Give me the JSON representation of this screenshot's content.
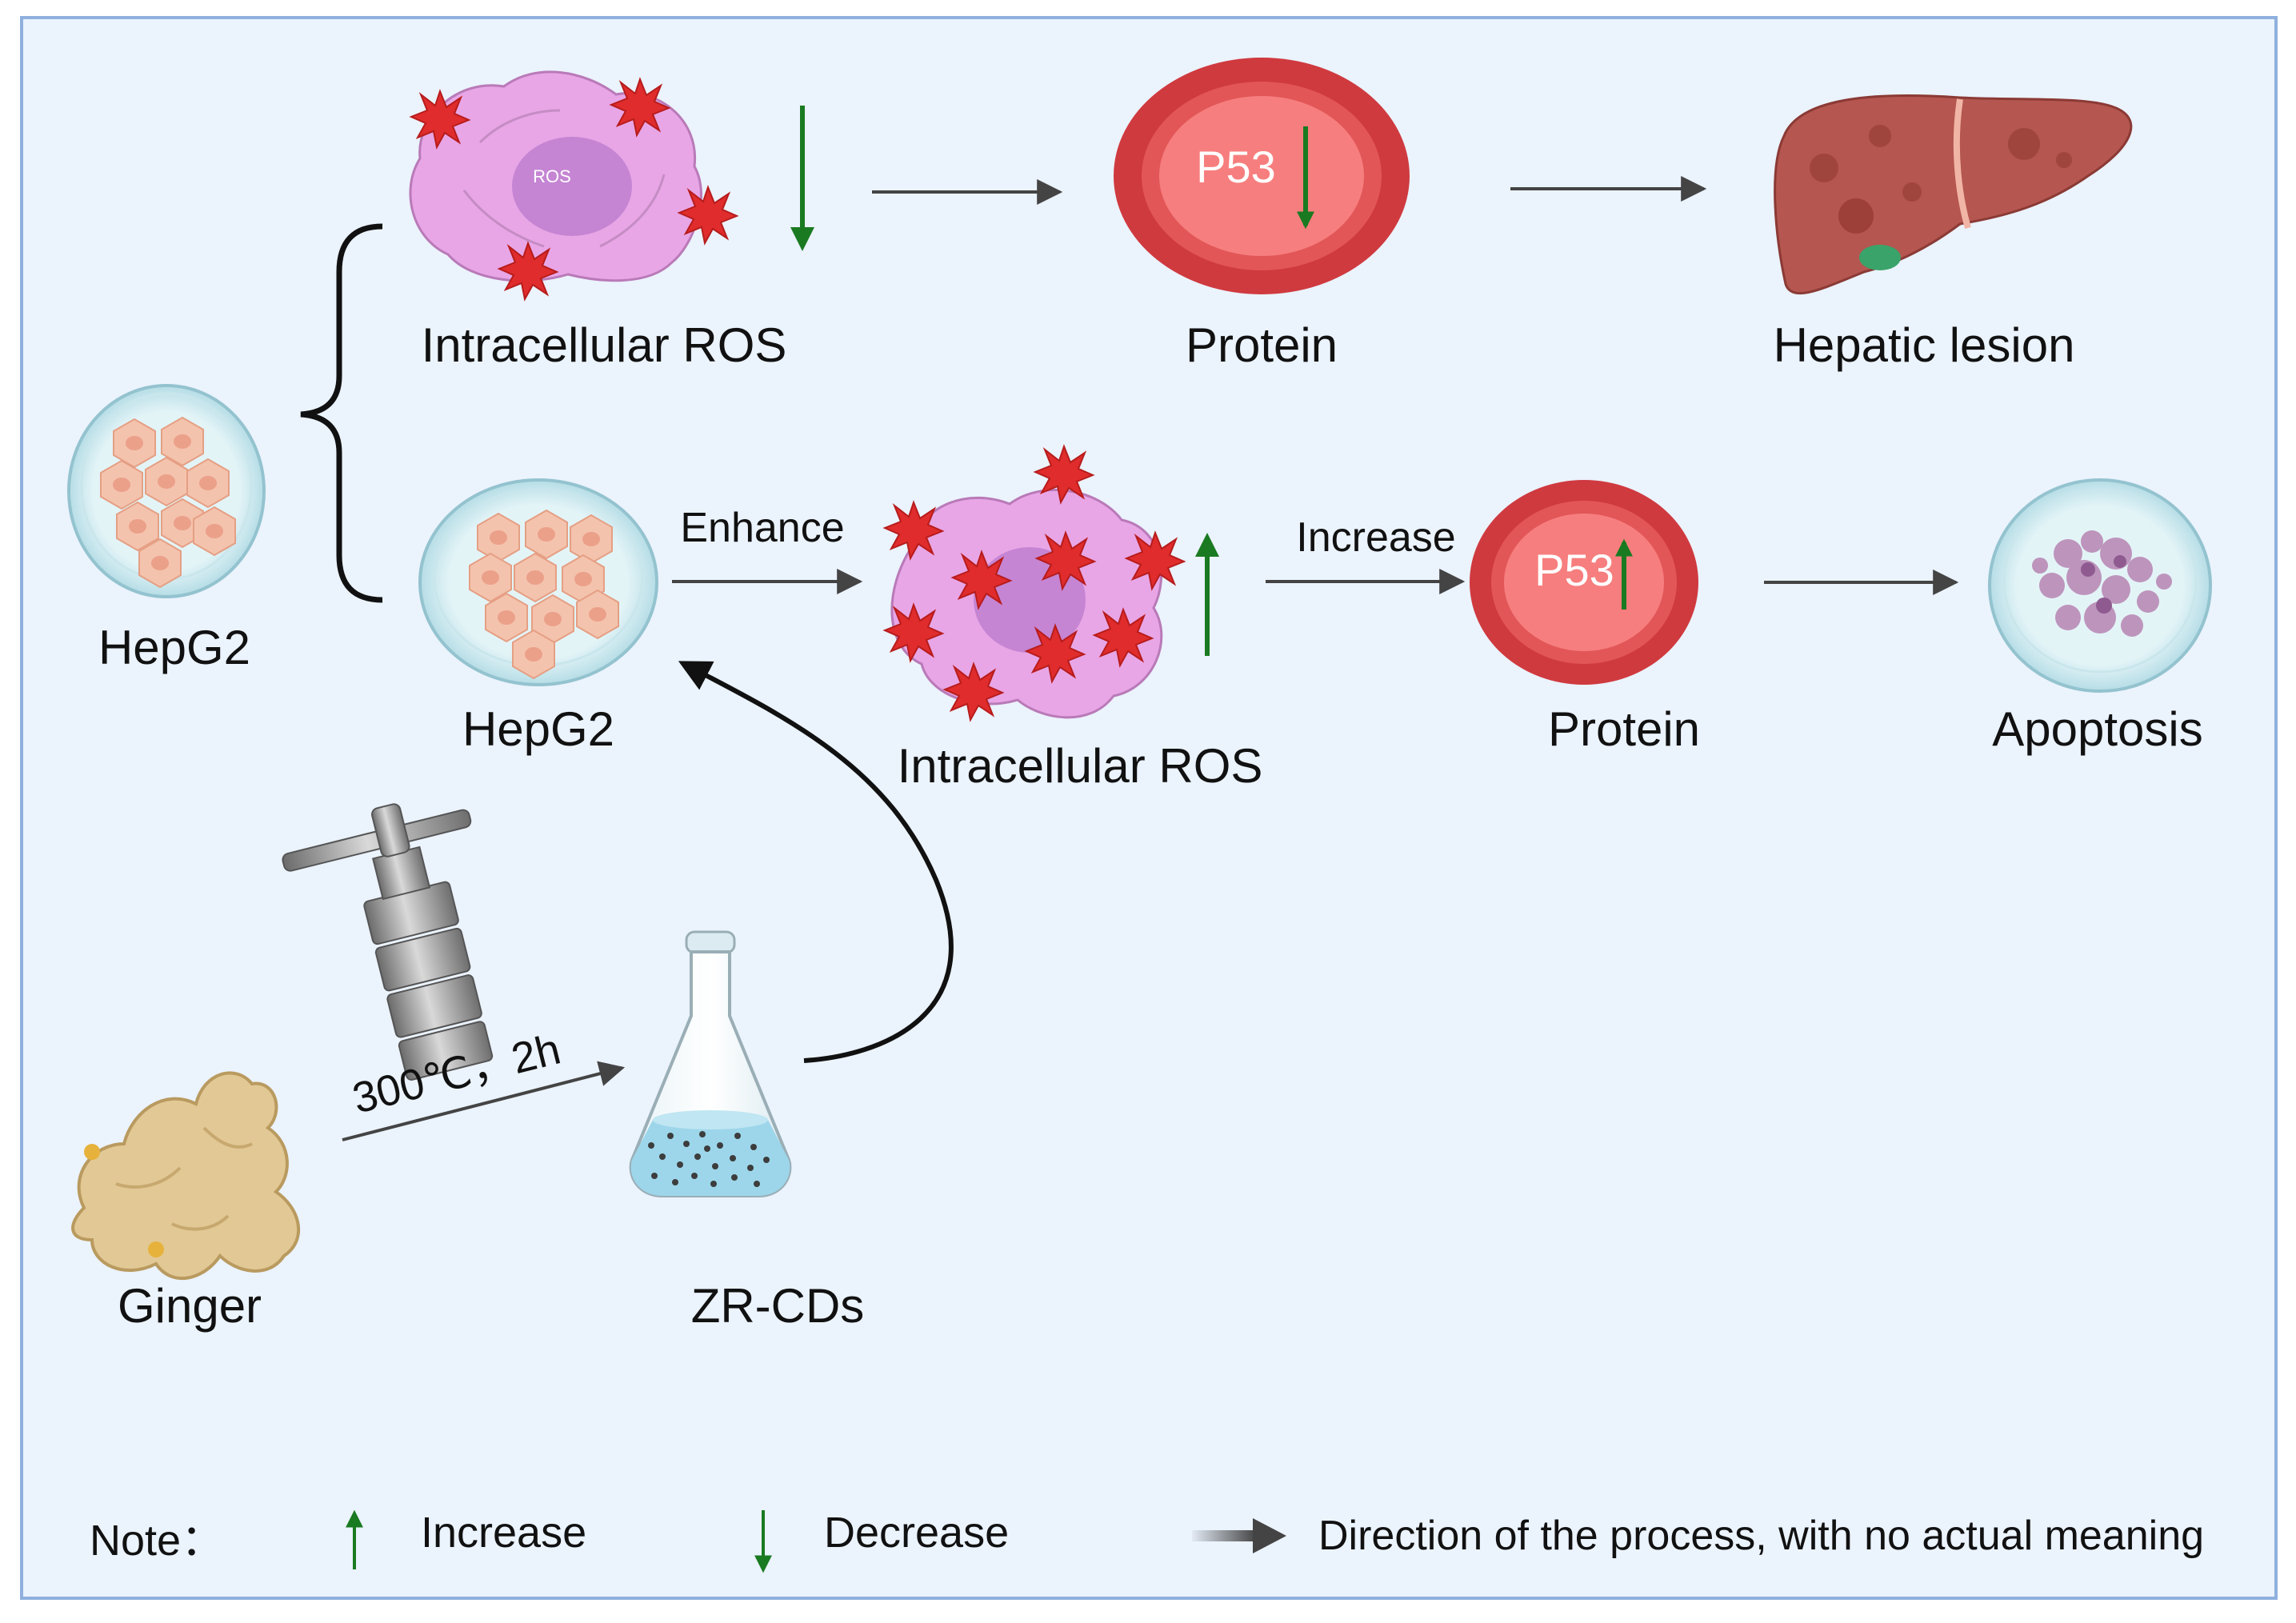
{
  "colors": {
    "background": "#ebf3fd",
    "frame": "#8fb0de",
    "cell_body": "#e8a6e6",
    "nucleus": "#c585d3",
    "ros_star": "#e02c2c",
    "protein_outer": "#cf3a3f",
    "protein_inner": "#f77e7e",
    "arrow_gray": "#444444",
    "arrow_green": "#1a7a21",
    "liver": "#b55650",
    "dish": "#cfe9ef",
    "hepg2_cell": "#f4c3ad",
    "ginger": "#e2c894",
    "flask_liquid": "#9dd6ea"
  },
  "labels": {
    "intracellular_ros_top": "Intracellular ROS",
    "protein_top": "Protein",
    "hepatic_lesion": "Hepatic lesion",
    "hepg2_left": "HepG2",
    "hepg2_mid": "HepG2",
    "enhance": "Enhance",
    "increase": "Increase",
    "intracellular_ros_bottom": "Intracellular ROS",
    "protein_bottom": "Protein",
    "apoptosis": "Apoptosis",
    "ginger": "Ginger",
    "zr_cds": "ZR-CDs",
    "condition": "300℃，2h",
    "p53_top": "P53",
    "p53_bottom": "P53",
    "ros_tag": "ROS"
  },
  "note": {
    "title": "Note：",
    "increase": "Increase",
    "decrease": "Decrease",
    "direction": "Direction of the process, with no actual meaning"
  },
  "icons": [
    "ros-cell-icon",
    "p53-protein-icon",
    "liver-icon",
    "petri-dish-icon",
    "apoptosis-dish-icon",
    "autoclave-icon",
    "flask-icon",
    "ginger-icon",
    "bracket-icon",
    "arrow-up-icon",
    "arrow-down-icon"
  ]
}
